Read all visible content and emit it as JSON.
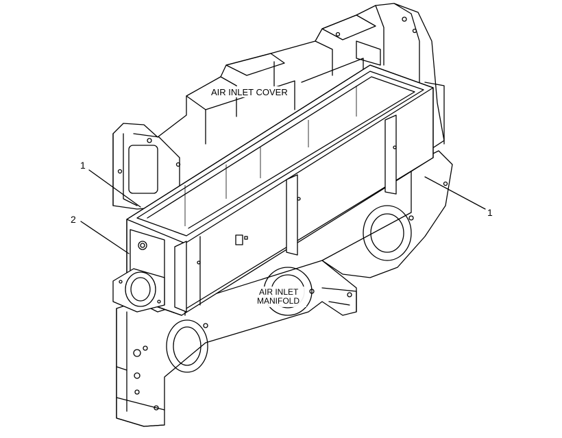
{
  "labels": {
    "air_inlet_cover": "AIR INLET COVER",
    "air_inlet_manifold_line1": "AIR INLET",
    "air_inlet_manifold_line2": "MANIFOLD"
  },
  "callouts": {
    "callout_1_left": "1",
    "callout_1_right": "1",
    "callout_2": "2"
  }
}
